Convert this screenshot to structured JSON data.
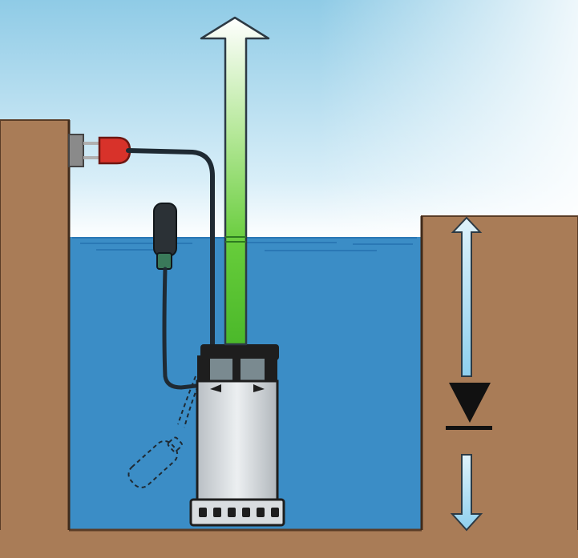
{
  "diagram": {
    "subject": "submersible-drainage-pump-with-float-switch",
    "colors": {
      "sky_top": "#8fcbe6",
      "sky_bottom": "#ffffff",
      "water": "#3b8dc6",
      "water_surface": "#2a78b5",
      "soil": "#a97c57",
      "soil_dark": "#5a3c26",
      "pump_body": "#d9dde0",
      "pump_dark": "#1e1e1e",
      "cable": "#1f2a33",
      "plug": "#d8322a",
      "outlet": "#8a8a8a",
      "discharge_flow": "#66cc3a",
      "arrow_outline": "#2d3a44",
      "level_arrow": "#8fd0ee",
      "level_marker": "#111111"
    },
    "icons": [
      "power-outlet-icon",
      "red-plug-icon",
      "float-switch-icon",
      "discharge-arrow-icon",
      "water-level-arrow-icon",
      "level-marker-triangle-icon"
    ],
    "float_switch_positions": [
      "raised",
      "lowered-dashed"
    ]
  }
}
